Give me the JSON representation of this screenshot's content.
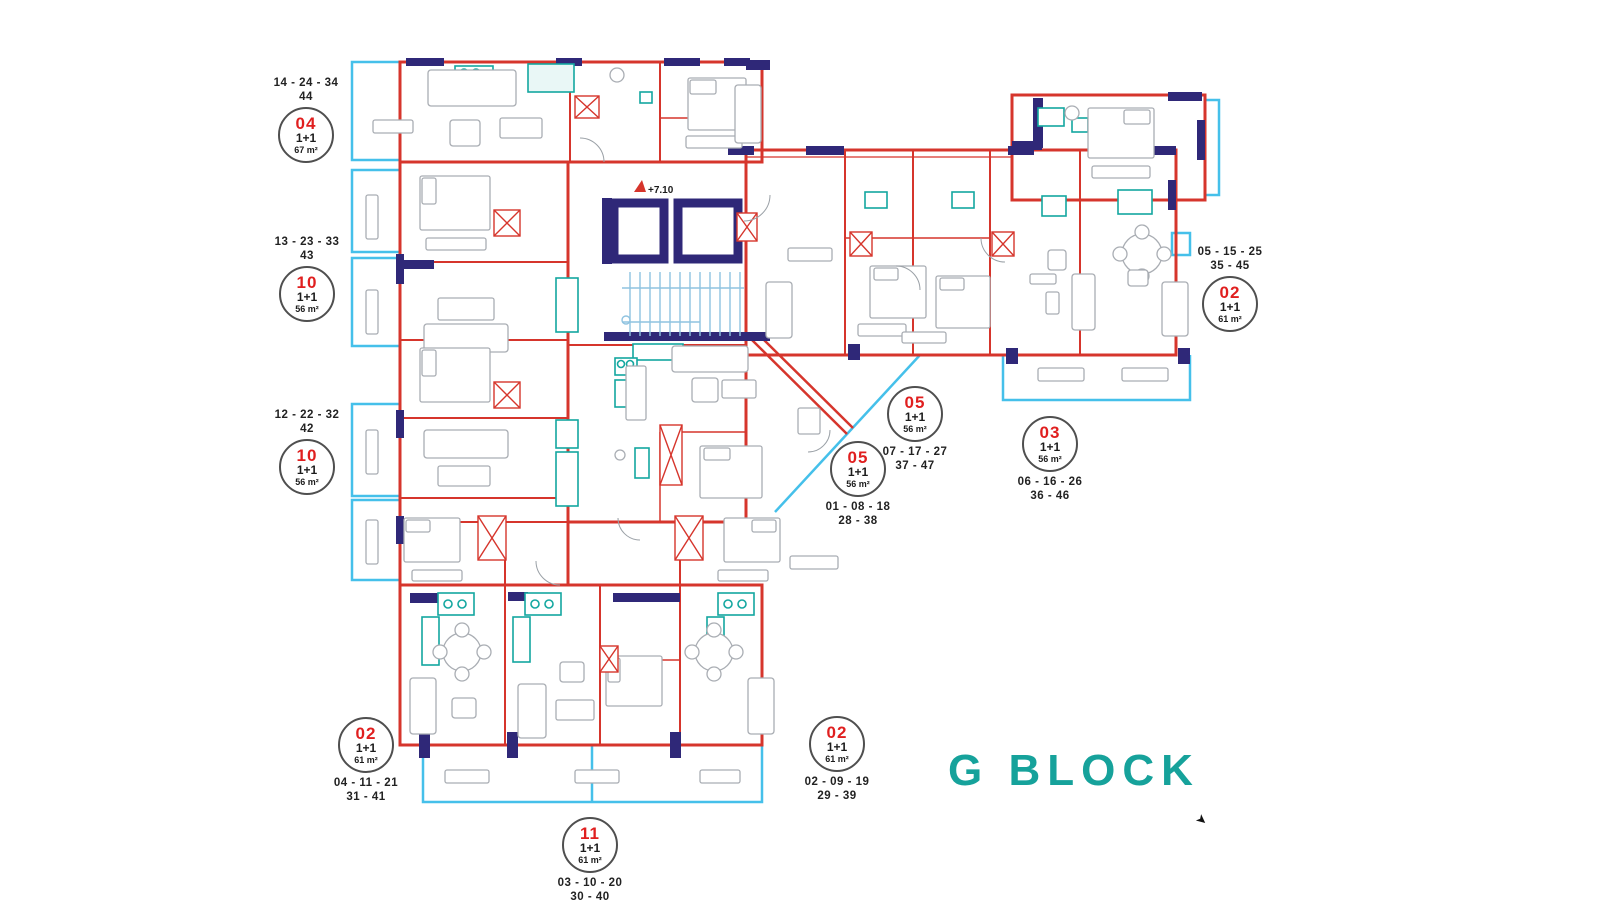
{
  "title": "G BLOCK",
  "level_marker": "+7.10",
  "colors": {
    "wall_red": "#d6352c",
    "structure_navy": "#2f2878",
    "balcony_cyan": "#45c0ea",
    "fixture_teal": "#13a7a0",
    "accent_teal": "#16a29b",
    "unit_number_red": "#e01f1f",
    "text_black": "#1c1c1c"
  },
  "units": [
    {
      "number": "04",
      "type": "1+1",
      "area": "67 m²",
      "floors_line1": "14 - 24 - 34",
      "floors_line2": "44",
      "floors_position": "above"
    },
    {
      "number": "10",
      "type": "1+1",
      "area": "56 m²",
      "floors_line1": "13 - 23 - 33",
      "floors_line2": "43",
      "floors_position": "above"
    },
    {
      "number": "10",
      "type": "1+1",
      "area": "56 m²",
      "floors_line1": "12 - 22 - 32",
      "floors_line2": "42",
      "floors_position": "above"
    },
    {
      "number": "02",
      "type": "1+1",
      "area": "61 m²",
      "floors_line1": "04 - 11 - 21",
      "floors_line2": "31 - 41",
      "floors_position": "below"
    },
    {
      "number": "11",
      "type": "1+1",
      "area": "61 m²",
      "floors_line1": "03 - 10 - 20",
      "floors_line2": "30 - 40",
      "floors_position": "below"
    },
    {
      "number": "02",
      "type": "1+1",
      "area": "61 m²",
      "floors_line1": "02 - 09 - 19",
      "floors_line2": "29 - 39",
      "floors_position": "below"
    },
    {
      "number": "05",
      "type": "1+1",
      "area": "56 m²",
      "floors_line1": "01 - 08 - 18",
      "floors_line2": "28 - 38",
      "floors_position": "below"
    },
    {
      "number": "05",
      "type": "1+1",
      "area": "56 m²",
      "floors_line1": "07 - 17 - 27",
      "floors_line2": "37 - 47",
      "floors_position": "below"
    },
    {
      "number": "03",
      "type": "1+1",
      "area": "56 m²",
      "floors_line1": "06 - 16 - 26",
      "floors_line2": "36 - 46",
      "floors_position": "below"
    },
    {
      "number": "02",
      "type": "1+1",
      "area": "61 m²",
      "floors_line1": "05 - 15 - 25",
      "floors_line2": "35 - 45",
      "floors_position": "above"
    }
  ]
}
